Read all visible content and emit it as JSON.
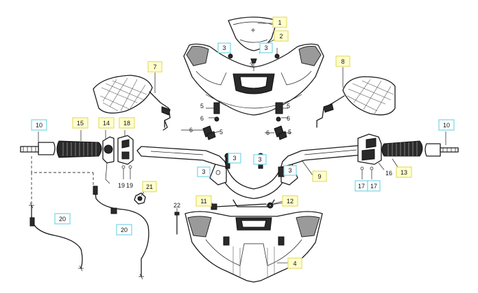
{
  "callouts": [
    {
      "id": "c1",
      "text": "1",
      "style": "yellow"
    },
    {
      "id": "c2",
      "text": "2",
      "style": "yellow"
    },
    {
      "id": "c3a",
      "text": "3",
      "style": "cyan"
    },
    {
      "id": "c3b",
      "text": "3",
      "style": "cyan"
    },
    {
      "id": "c3c",
      "text": "3",
      "style": "plain"
    },
    {
      "id": "c3d",
      "text": "3",
      "style": "cyan"
    },
    {
      "id": "c3e",
      "text": "3",
      "style": "cyan"
    },
    {
      "id": "c3f",
      "text": "3",
      "style": "cyan"
    },
    {
      "id": "c3g",
      "text": "3",
      "style": "cyan"
    },
    {
      "id": "c4",
      "text": "4",
      "style": "yellow"
    },
    {
      "id": "c5a",
      "text": "5",
      "style": "plain"
    },
    {
      "id": "c5b",
      "text": "5",
      "style": "plain"
    },
    {
      "id": "c5c",
      "text": "5",
      "style": "plain"
    },
    {
      "id": "c5d",
      "text": "5",
      "style": "plain"
    },
    {
      "id": "c6a",
      "text": "6",
      "style": "plain"
    },
    {
      "id": "c6b",
      "text": "6",
      "style": "plain"
    },
    {
      "id": "c6c",
      "text": "6",
      "style": "plain"
    },
    {
      "id": "c6d",
      "text": "6",
      "style": "plain"
    },
    {
      "id": "c7",
      "text": "7",
      "style": "yellow"
    },
    {
      "id": "c8",
      "text": "8",
      "style": "yellow"
    },
    {
      "id": "c9",
      "text": "9",
      "style": "yellow"
    },
    {
      "id": "c10a",
      "text": "10",
      "style": "cyan"
    },
    {
      "id": "c10b",
      "text": "10",
      "style": "cyan"
    },
    {
      "id": "c11",
      "text": "11",
      "style": "yellow"
    },
    {
      "id": "c12",
      "text": "12",
      "style": "yellow"
    },
    {
      "id": "c13",
      "text": "13",
      "style": "yellow"
    },
    {
      "id": "c14",
      "text": "14",
      "style": "yellow"
    },
    {
      "id": "c15",
      "text": "15",
      "style": "yellow"
    },
    {
      "id": "c16",
      "text": "16",
      "style": "plain"
    },
    {
      "id": "c17a",
      "text": "17",
      "style": "cyan"
    },
    {
      "id": "c17b",
      "text": "17",
      "style": "cyan"
    },
    {
      "id": "c18",
      "text": "18",
      "style": "yellow"
    },
    {
      "id": "c19a",
      "text": "19",
      "style": "plain"
    },
    {
      "id": "c19b",
      "text": "19",
      "style": "plain"
    },
    {
      "id": "c20a",
      "text": "20",
      "style": "cyan"
    },
    {
      "id": "c20b",
      "text": "20",
      "style": "cyan"
    },
    {
      "id": "c21",
      "text": "21",
      "style": "yellow"
    },
    {
      "id": "c22",
      "text": "22",
      "style": "plain"
    }
  ]
}
